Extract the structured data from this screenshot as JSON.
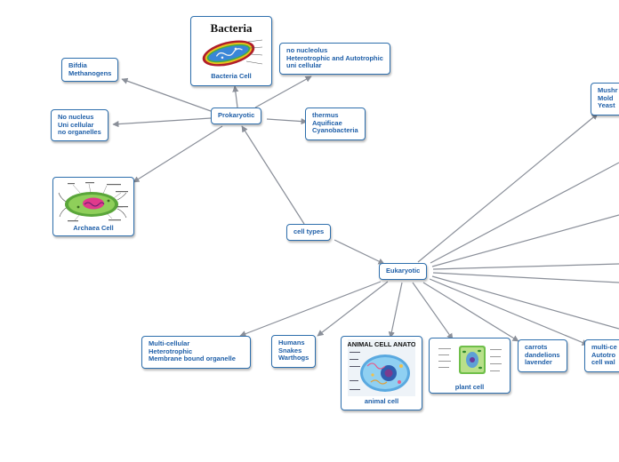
{
  "nodes": {
    "bacteria_cell": {
      "caption": "Bacteria Cell",
      "image_heading": "Bacteria"
    },
    "bacteria_nutrition": {
      "lines": [
        "no nucleolus",
        "Heterotrophic and Autotrophic",
        "uni cellular"
      ]
    },
    "bifdia": {
      "lines": [
        "Bifdia",
        "Methanogens"
      ]
    },
    "prokaryotic": {
      "label": "Prokaryotic"
    },
    "thermus": {
      "lines": [
        "thermus",
        "Aquificae",
        "Cyanobacteria"
      ]
    },
    "prokaryote_traits": {
      "lines": [
        "No nucleus",
        "Uni cellular",
        "no organelles"
      ]
    },
    "archaea_cell": {
      "caption": "Archaea Cell"
    },
    "cell_types": {
      "label": "cell types"
    },
    "eukaryotic": {
      "label": "Eukaryotic"
    },
    "fungi": {
      "lines": [
        "Mushr",
        "Mold",
        "Yeast"
      ]
    },
    "eukaryote_traits": {
      "lines": [
        "Multi-cellular",
        "Heterotrophic",
        "Membrane bound organelle"
      ]
    },
    "animals": {
      "lines": [
        "Humans",
        "Snakes",
        "Warthogs"
      ]
    },
    "animal_cell": {
      "caption": "animal cell",
      "image_heading": "ANIMAL CELL ANATO"
    },
    "plant_cell": {
      "caption": "plant cell"
    },
    "plants": {
      "lines": [
        "carrots",
        "dandelions",
        "lavender"
      ]
    },
    "plant_traits": {
      "lines": [
        "multi-ce",
        "Autotro",
        "cell wal"
      ]
    }
  },
  "colors": {
    "node_border": "#2e6fad",
    "node_text": "#1f5fa8",
    "connector": "#8a8f99"
  }
}
